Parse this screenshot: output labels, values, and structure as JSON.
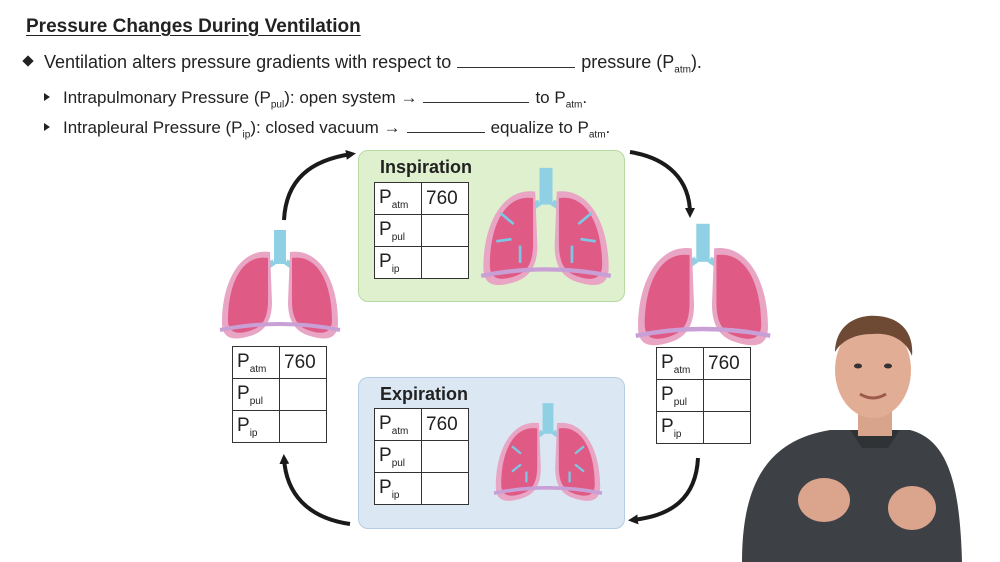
{
  "title": "Pressure Changes During Ventilation",
  "bullets": {
    "main": {
      "pre": "Ventilation alters pressure gradients with respect to",
      "post": "pressure (P",
      "sub": "atm",
      "end": ")."
    },
    "sub1": {
      "pre": "Intrapulmonary Pressure (P",
      "sub": "pul",
      "mid": "): open system →",
      "post": "to P",
      "sub2": "atm",
      "end": "."
    },
    "sub2": {
      "pre": "Intrapleural Pressure (P",
      "sub": "ip",
      "mid": "): closed vacuum →",
      "post": "equalize to P",
      "sub2": "atm",
      "end": "."
    }
  },
  "panels": {
    "inspiration": "Inspiration",
    "expiration": "Expiration"
  },
  "table_labels": {
    "P": "P",
    "atm": "atm",
    "pul": "pul",
    "ip": "ip"
  },
  "tables": {
    "inspiration": {
      "atm": "760",
      "pul": "",
      "ip": ""
    },
    "expiration": {
      "atm": "760",
      "pul": "",
      "ip": ""
    },
    "left": {
      "atm": "760",
      "pul": "",
      "ip": ""
    },
    "right": {
      "atm": "760",
      "pul": "",
      "ip": ""
    }
  },
  "colors": {
    "inspiration_panel": "#dff0cf",
    "expiration_panel": "#dbe7f2",
    "lung": "#e05a86",
    "trachea": "#8fd0e4",
    "arrow": "#1a1a1a"
  }
}
